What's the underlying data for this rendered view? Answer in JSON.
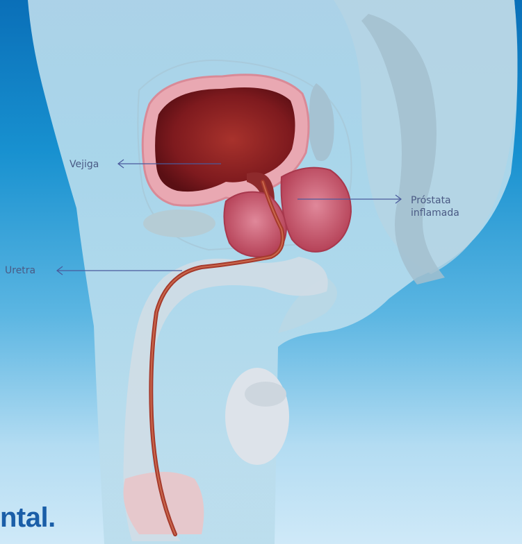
{
  "labels": {
    "bladder": "Vejiga",
    "prostate_line1": "Próstata",
    "prostate_line2": "inflamada",
    "urethra": "Uretra"
  },
  "bottom_text": "ntal.",
  "colors": {
    "background_top": "#0a6fb8",
    "background_bottom": "#cfe9f8",
    "bladder": "#8e1e22",
    "prostate": "#c74d5f",
    "pointer_line": "#4a5a9c",
    "label_text": "#4a5a84",
    "heading_text": "#1a5ea8"
  }
}
